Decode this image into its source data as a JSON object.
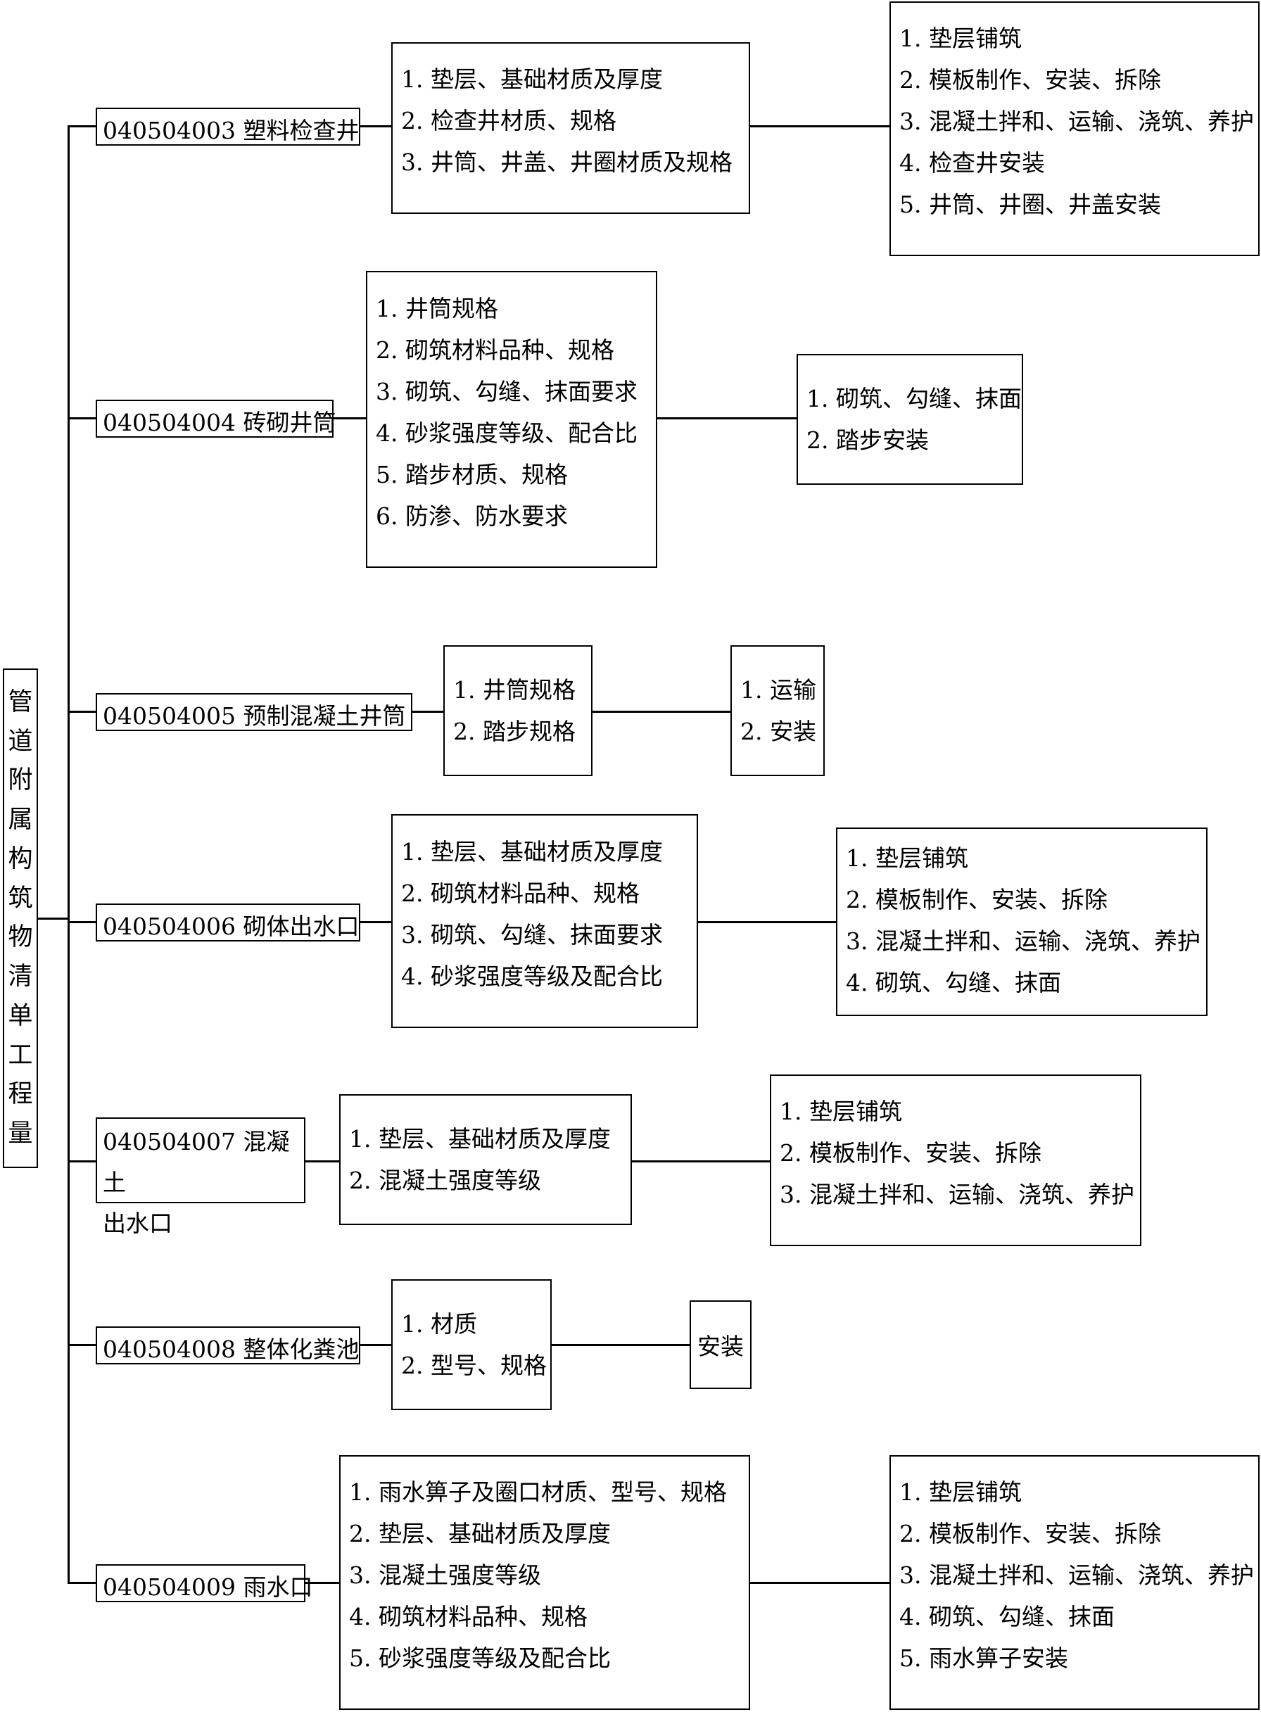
{
  "root": {
    "title": "管道附属构筑物清单工程量"
  },
  "branches": [
    {
      "code": "040504003",
      "name": "塑料检查井",
      "features": [
        "1.  垫层、基础材质及厚度",
        "2.  检查井材质、规格",
        "3.  井筒、井盖、井圈材质及规格"
      ],
      "work": [
        "1.  垫层铺筑",
        "2.  模板制作、安装、拆除",
        "3.  混凝土拌和、运输、浇筑、养护",
        "4.  检查井安装",
        "5.  井筒、井圈、井盖安装"
      ]
    },
    {
      "code": "040504004",
      "name": "砖砌井筒",
      "features": [
        "1.  井筒规格",
        "2.  砌筑材料品种、规格",
        "3.  砌筑、勾缝、抹面要求",
        "4.  砂浆强度等级、配合比",
        "5.  踏步材质、规格",
        "6.  防渗、防水要求"
      ],
      "work": [
        "1.  砌筑、勾缝、抹面",
        "2.  踏步安装"
      ]
    },
    {
      "code": "040504005",
      "name": "预制混凝土井筒",
      "features": [
        "1.  井筒规格",
        "2.  踏步规格"
      ],
      "work": [
        "1.  运输",
        "2.  安装"
      ]
    },
    {
      "code": "040504006",
      "name": "砌体出水口",
      "features": [
        "1.  垫层、基础材质及厚度",
        "2.  砌筑材料品种、规格",
        "3.  砌筑、勾缝、抹面要求",
        "4.  砂浆强度等级及配合比"
      ],
      "work": [
        "1.  垫层铺筑",
        "2.  模板制作、安装、拆除",
        "3.  混凝土拌和、运输、浇筑、养护",
        "4.  砌筑、勾缝、抹面"
      ]
    },
    {
      "code": "040504007",
      "name": "混凝土",
      "name2": "出水口",
      "features": [
        "1.  垫层、基础材质及厚度",
        "2.  混凝土强度等级"
      ],
      "work": [
        "1.  垫层铺筑",
        "2.  模板制作、安装、拆除",
        "3.  混凝土拌和、运输、浇筑、养护"
      ]
    },
    {
      "code": "040504008",
      "name": "整体化粪池",
      "features": [
        "1.  材质",
        "2.  型号、规格"
      ],
      "work": [
        "安装"
      ]
    },
    {
      "code": "040504009",
      "name": "雨水口",
      "features": [
        "1.  雨水箅子及圈口材质、型号、规格",
        "2.  垫层、基础材质及厚度",
        "3.  混凝土强度等级",
        "4.  砌筑材料品种、规格",
        "5.  砂浆强度等级及配合比"
      ],
      "work": [
        "1.  垫层铺筑",
        "2.  模板制作、安装、拆除",
        "3.  混凝土拌和、运输、浇筑、养护",
        "4.  砌筑、勾缝、抹面",
        "5.  雨水箅子安装"
      ]
    }
  ]
}
